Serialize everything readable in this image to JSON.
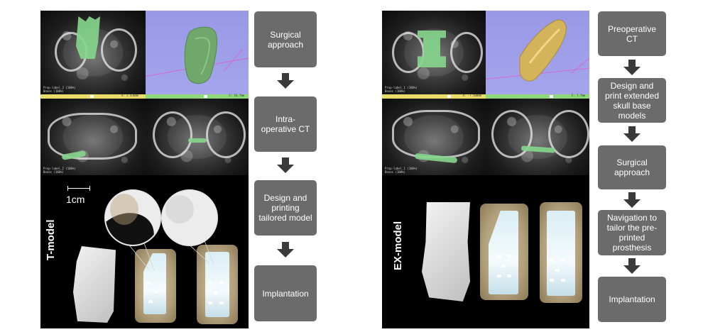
{
  "left_figure": {
    "model_label": "T-model",
    "scale_label": "1cm",
    "ct_legend": [
      "Prop-label_2 (100%)",
      "Bones (100%)"
    ],
    "slider_readouts": [
      "A: 2.436mm",
      "C: 54.7mm"
    ],
    "flowchart": {
      "steps": [
        "Surgical approach",
        "Intra-operative CT",
        "Design and printing tailored model",
        "Implantation"
      ]
    }
  },
  "right_figure": {
    "model_label": "EX-model",
    "ct_legend": [
      "Prop-label_1 (100%)",
      "Bones (100%)"
    ],
    "slider_readouts": [
      "A: -7.500mm",
      "C: 7.7mm"
    ],
    "flowchart": {
      "steps": [
        "Preoperative CT",
        "Design and print extended skull base models",
        "Surgical approach",
        "Navigation to tailor the pre-printed prosthesis",
        "Implantation"
      ]
    }
  },
  "colors": {
    "segmentation": "#86d48c",
    "model_3d_left": "#6fa86a",
    "model_3d_right": "#d4b45a",
    "box_fill": "#6b6b6b",
    "arrow_fill": "#3a3a3a",
    "slider_yellow": "#e9dc6a",
    "slider_green": "#8fd77a"
  }
}
